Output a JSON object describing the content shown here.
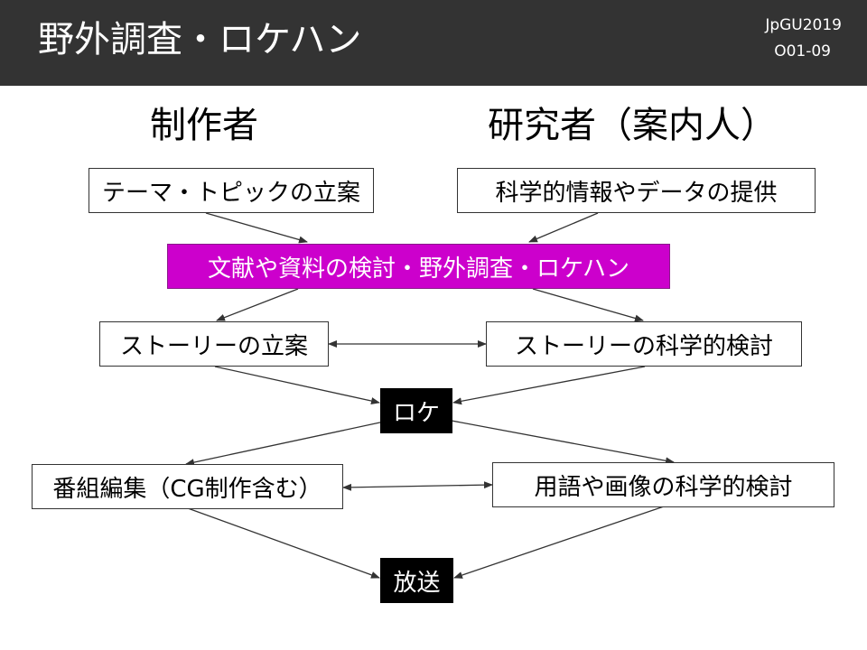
{
  "header": {
    "title": "野外調査・ロケハン",
    "conference": "JpGU2019",
    "session": "O01-09",
    "background_color": "#333333"
  },
  "columns": {
    "left": "制作者",
    "right": "研究者（案内人）"
  },
  "nodes": {
    "theme": "テーマ・トピックの立案",
    "science_info": "科学的情報やデータの提供",
    "review": "文献や資料の検討・野外調査・ロケハン",
    "story_plan": "ストーリーの立案",
    "story_check": "ストーリーの科学的検討",
    "location": "ロケ",
    "editing": "番組編集（CG制作含む）",
    "term_check": "用語や画像の科学的検討",
    "broadcast": "放送"
  },
  "colors": {
    "highlight": "#cc00cc",
    "emphasis": "#000000"
  }
}
